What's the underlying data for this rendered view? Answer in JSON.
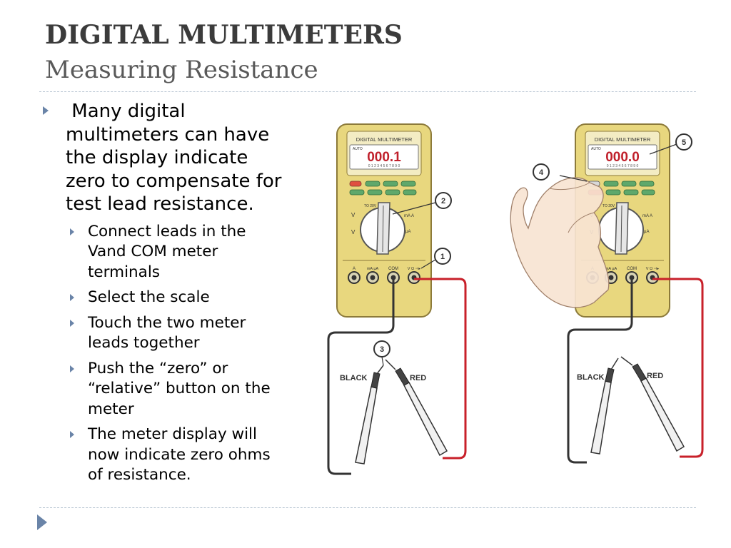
{
  "slide": {
    "title": "DIGITAL MULTIMETERS",
    "subtitle": "Measuring Resistance"
  },
  "bullets": {
    "main": " Many digital multimeters can have the display indicate zero to compensate for test lead resistance.",
    "sub": [
      "Connect leads in the Vand COM meter terminals",
      "Select the scale",
      "Touch the two meter leads together",
      "Push the “zero” or “relative” button on the meter",
      "The meter display will now indicate zero ohms of resistance."
    ]
  },
  "illustration": {
    "meter_label": "DIGITAL MULTIMETER",
    "auto_label": "AUTO",
    "left_reading": "000.1",
    "right_reading": "000.0",
    "scale_digits": "0 1 2 3 4 5 6 7 8 9 0",
    "terminal_labels": [
      "A",
      "mA µA",
      "COM",
      "V Ω ⊣▸"
    ],
    "dial_labels": {
      "left_top": "V",
      "left_bottom": "V",
      "right_top": "mA A",
      "right_bottom": "µA",
      "top_small": "TO 20V"
    },
    "callouts": [
      "1",
      "2",
      "3",
      "4",
      "5"
    ],
    "lead_labels": {
      "black": "BLACK",
      "red": "RED"
    },
    "colors": {
      "meter_body": "#e8d77e",
      "meter_outline": "#8c7a3a",
      "display_digits": "#c0202b",
      "red_lead": "#c8202a",
      "black_lead": "#333333",
      "buttons": "#5fa86b"
    }
  }
}
